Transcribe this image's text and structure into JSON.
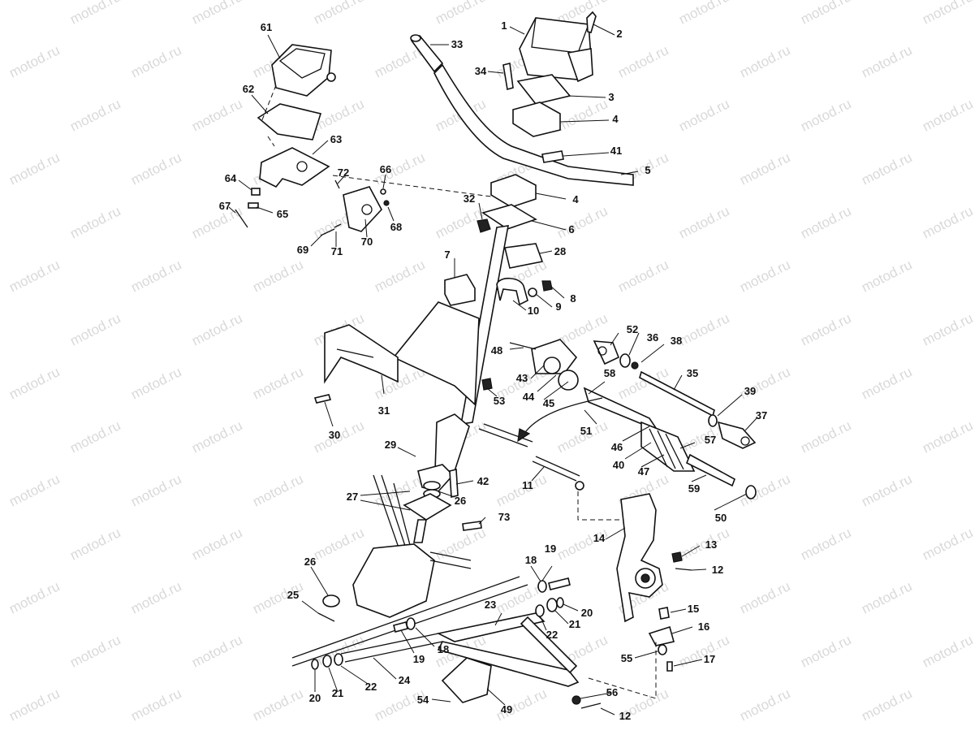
{
  "watermark": "motod.ru",
  "callouts": [
    {
      "id": "c1",
      "text": "1"
    },
    {
      "id": "c2",
      "text": "2"
    },
    {
      "id": "c3",
      "text": "3"
    },
    {
      "id": "c4a",
      "text": "4"
    },
    {
      "id": "c4b",
      "text": "4"
    },
    {
      "id": "c5",
      "text": "5"
    },
    {
      "id": "c6",
      "text": "6"
    },
    {
      "id": "c7",
      "text": "7"
    },
    {
      "id": "c8",
      "text": "8"
    },
    {
      "id": "c9",
      "text": "9"
    },
    {
      "id": "c10",
      "text": "10"
    },
    {
      "id": "c11",
      "text": "11"
    },
    {
      "id": "c12a",
      "text": "12"
    },
    {
      "id": "c12b",
      "text": "12"
    },
    {
      "id": "c13",
      "text": "13"
    },
    {
      "id": "c14",
      "text": "14"
    },
    {
      "id": "c15",
      "text": "15"
    },
    {
      "id": "c16",
      "text": "16"
    },
    {
      "id": "c17",
      "text": "17"
    },
    {
      "id": "c18a",
      "text": "18"
    },
    {
      "id": "c18b",
      "text": "18"
    },
    {
      "id": "c19a",
      "text": "19"
    },
    {
      "id": "c19b",
      "text": "19"
    },
    {
      "id": "c20a",
      "text": "20"
    },
    {
      "id": "c20b",
      "text": "20"
    },
    {
      "id": "c21a",
      "text": "21"
    },
    {
      "id": "c21b",
      "text": "21"
    },
    {
      "id": "c22a",
      "text": "22"
    },
    {
      "id": "c22b",
      "text": "22"
    },
    {
      "id": "c23",
      "text": "23"
    },
    {
      "id": "c24",
      "text": "24"
    },
    {
      "id": "c25",
      "text": "25"
    },
    {
      "id": "c26a",
      "text": "26"
    },
    {
      "id": "c26b",
      "text": "26"
    },
    {
      "id": "c27",
      "text": "27"
    },
    {
      "id": "c28",
      "text": "28"
    },
    {
      "id": "c29",
      "text": "29"
    },
    {
      "id": "c30",
      "text": "30"
    },
    {
      "id": "c31",
      "text": "31"
    },
    {
      "id": "c32",
      "text": "32"
    },
    {
      "id": "c33",
      "text": "33"
    },
    {
      "id": "c34",
      "text": "34"
    },
    {
      "id": "c35",
      "text": "35"
    },
    {
      "id": "c36",
      "text": "36"
    },
    {
      "id": "c37",
      "text": "37"
    },
    {
      "id": "c38",
      "text": "38"
    },
    {
      "id": "c39",
      "text": "39"
    },
    {
      "id": "c40",
      "text": "40"
    },
    {
      "id": "c41",
      "text": "41"
    },
    {
      "id": "c42",
      "text": "42"
    },
    {
      "id": "c43",
      "text": "43"
    },
    {
      "id": "c44",
      "text": "44"
    },
    {
      "id": "c45",
      "text": "45"
    },
    {
      "id": "c46",
      "text": "46"
    },
    {
      "id": "c47",
      "text": "47"
    },
    {
      "id": "c48",
      "text": "48"
    },
    {
      "id": "c49",
      "text": "49"
    },
    {
      "id": "c50",
      "text": "50"
    },
    {
      "id": "c51",
      "text": "51"
    },
    {
      "id": "c52",
      "text": "52"
    },
    {
      "id": "c53",
      "text": "53"
    },
    {
      "id": "c54",
      "text": "54"
    },
    {
      "id": "c55",
      "text": "55"
    },
    {
      "id": "c56",
      "text": "56"
    },
    {
      "id": "c57",
      "text": "57"
    },
    {
      "id": "c58",
      "text": "58"
    },
    {
      "id": "c59",
      "text": "59"
    },
    {
      "id": "c61",
      "text": "61"
    },
    {
      "id": "c62",
      "text": "62"
    },
    {
      "id": "c63",
      "text": "63"
    },
    {
      "id": "c64",
      "text": "64"
    },
    {
      "id": "c65",
      "text": "65"
    },
    {
      "id": "c66",
      "text": "66"
    },
    {
      "id": "c67",
      "text": "67"
    },
    {
      "id": "c68",
      "text": "68"
    },
    {
      "id": "c69",
      "text": "69"
    },
    {
      "id": "c70",
      "text": "70"
    },
    {
      "id": "c71",
      "text": "71"
    },
    {
      "id": "c72",
      "text": "72"
    },
    {
      "id": "c73",
      "text": "73"
    }
  ]
}
